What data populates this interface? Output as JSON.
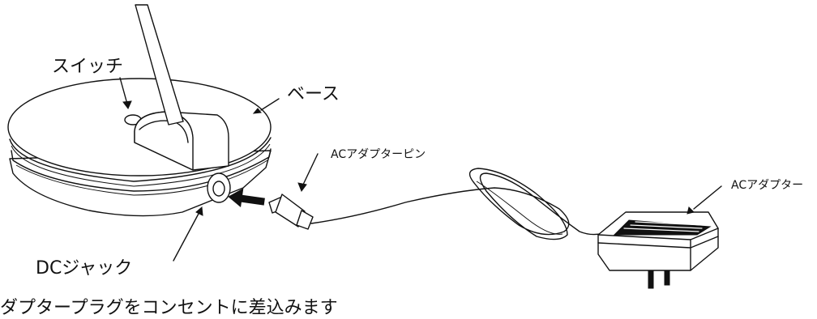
{
  "labels": {
    "switch": "スイッチ",
    "base": "ベース",
    "dc_jack": "DCジャック",
    "ac_adapter_pin": "ACアダプターピン",
    "ac_adapter": "ACアダプター"
  },
  "caption": "ダプタープラグをコンセントに差込みます"
}
